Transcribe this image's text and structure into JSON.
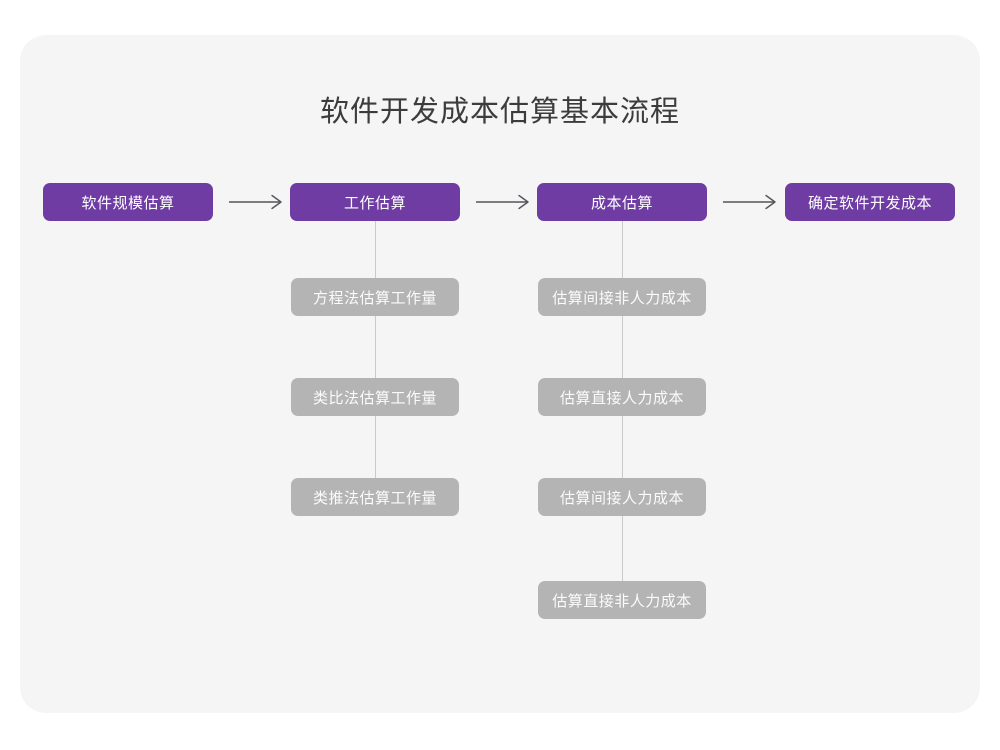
{
  "page": {
    "background_color": "#ffffff",
    "panel_color": "#f5f5f5"
  },
  "theme": {
    "primary_color": "#6f3ca4",
    "secondary_color": "#b4b4b4",
    "connector_color": "#c9c9c9",
    "arrow_color": "#55555a",
    "title_color": "#3c3c3c"
  },
  "diagram": {
    "type": "flowchart",
    "title": "软件开发成本估算基本流程",
    "stages": [
      {
        "id": "stage-1",
        "label": "软件规模估算",
        "substeps": []
      },
      {
        "id": "stage-2",
        "label": "工作估算",
        "substeps": [
          "方程法估算工作量",
          "类比法估算工作量",
          "类推法估算工作量"
        ]
      },
      {
        "id": "stage-3",
        "label": "成本估算",
        "substeps": [
          "估算间接非人力成本",
          "估算直接人力成本",
          "估算间接人力成本",
          "估算直接非人力成本"
        ]
      },
      {
        "id": "stage-4",
        "label": "确定软件开发成本",
        "substeps": []
      }
    ],
    "connectors": [
      {
        "from": "stage-1",
        "to": "stage-2",
        "style": "arrow-right"
      },
      {
        "from": "stage-2",
        "to": "stage-3",
        "style": "arrow-right"
      },
      {
        "from": "stage-3",
        "to": "stage-4",
        "style": "arrow-right"
      }
    ]
  }
}
